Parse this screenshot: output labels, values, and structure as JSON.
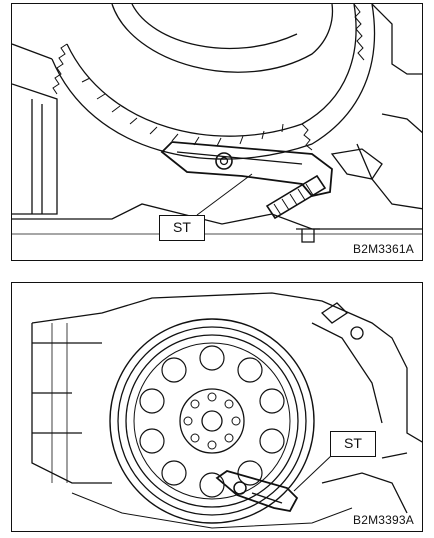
{
  "figures": [
    {
      "callout": "ST",
      "code": "B2M3361A"
    },
    {
      "callout": "ST",
      "code": "B2M3393A"
    }
  ]
}
